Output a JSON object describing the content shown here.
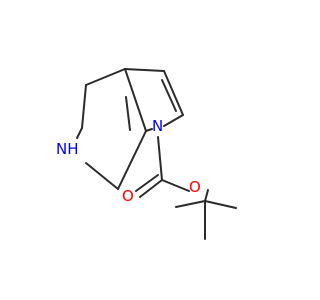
{
  "molecule": {
    "atoms": [
      {
        "id": "N_pyrrole",
        "symbol": "N",
        "color": "#0000ff"
      },
      {
        "id": "N_ring",
        "symbol": "NH",
        "color": "#0000ff"
      },
      {
        "id": "O_carbonyl",
        "symbol": "O",
        "color": "#ff0000"
      },
      {
        "id": "O_ester",
        "symbol": "O",
        "color": "#ff0000"
      }
    ],
    "bond_color": "#2b2b2b",
    "background": "#ffffff"
  }
}
